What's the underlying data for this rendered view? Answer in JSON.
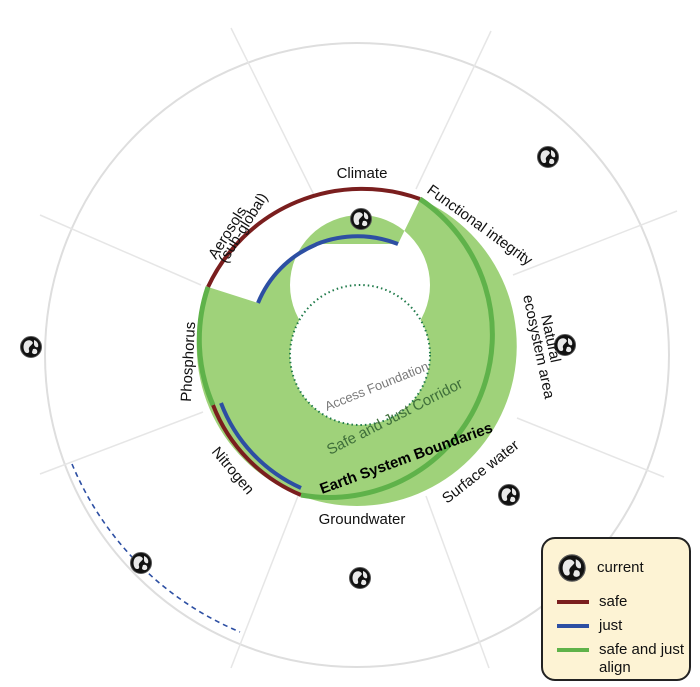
{
  "diagram": {
    "segments": {
      "climate": "Climate",
      "functional_integrity": "Functional integrity",
      "natural_ecosystem_area_line1": "Natural",
      "natural_ecosystem_area_line2": "ecosystem area",
      "surface_water": "Surface water",
      "groundwater": "Groundwater",
      "nitrogen": "Nitrogen",
      "phosphorus": "Phosphorus",
      "aerosols_line1": "Aerosols",
      "aerosols_line2": "(sub-global)"
    },
    "inner_labels": {
      "earth_system_boundaries": "Earth System Boundaries",
      "safe_and_just_corridor": "Safe and Just Corridor",
      "access_foundation": "Access Foundation"
    },
    "current_status_icons": [
      "climate",
      "functional-integrity",
      "natural-ecosystem-area",
      "surface-water",
      "groundwater",
      "nitrogen",
      "phosphorus"
    ]
  },
  "legend": {
    "current": "current",
    "safe": "safe",
    "just": "just",
    "safe_and_just_align": "safe and just align"
  },
  "colors": {
    "safe": "#7a1e1e",
    "just": "#2d4fa3",
    "safe_and_just": "#5fb24a",
    "corridor_fill": "#9fd27a",
    "access_foundation": "#1f7a4a",
    "legend_background": "#fdf3d4"
  }
}
